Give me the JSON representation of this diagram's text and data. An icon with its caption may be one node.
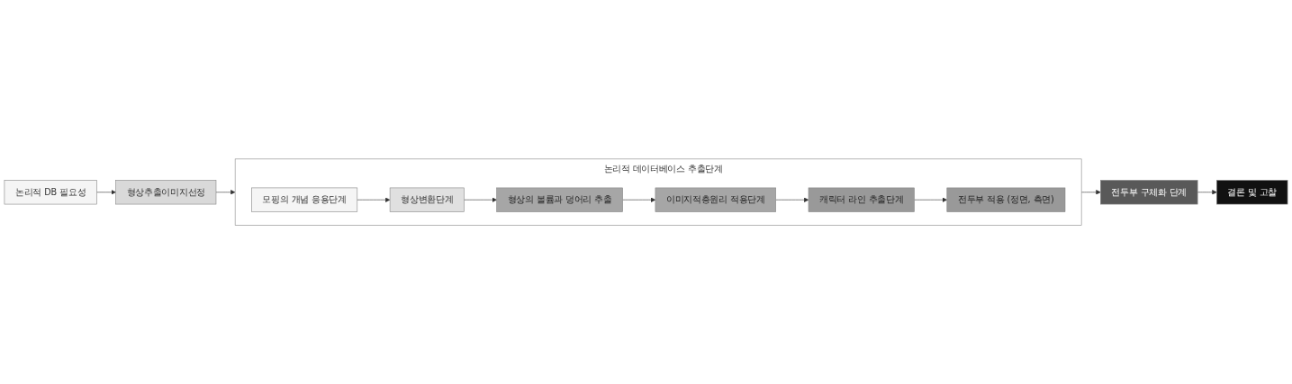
{
  "diagram": {
    "nodes": [
      {
        "text": [
          "논리적 DB 필요성"
        ]
      },
      {
        "text": [
          "형상추출이미지선정"
        ]
      },
      {
        "text": [
          "논리적 데이터베이스 추출단계"
        ]
      },
      {
        "text": [
          "모핑의 개념 응용단계"
        ],
        "in": 2
      },
      {
        "text": [
          "형상변환단계"
        ],
        "in": 2
      },
      {
        "text": [
          "형상의 볼륨과 덩어리 추출"
        ],
        "in": 2
      },
      {
        "text": [
          "이미지적층원리 적용단계"
        ],
        "in": 2
      },
      {
        "text": [
          "캐릭터 라인 추출단계"
        ],
        "in": 2
      },
      {
        "text": [
          "전두부 적용 (정면, 측면)"
        ],
        "in": 2
      },
      {
        "text": [
          "전두부 구체화 단계"
        ]
      },
      {
        "text": [
          "결론 및 고찰"
        ]
      }
    ],
    "edges": [
      {
        "from": 0,
        "to": 1,
        "arrow": "to"
      },
      {
        "from": 1,
        "to": 2,
        "arrow": "to"
      },
      {
        "from": 3,
        "to": 4,
        "arrow": "to"
      },
      {
        "from": 4,
        "to": 5,
        "arrow": "to"
      },
      {
        "from": 5,
        "to": 6,
        "arrow": "to"
      },
      {
        "from": 6,
        "to": 7,
        "arrow": "to"
      },
      {
        "from": 7,
        "to": 8,
        "arrow": "to"
      },
      {
        "from": 2,
        "to": 9,
        "arrow": "to"
      },
      {
        "from": 9,
        "to": 10,
        "arrow": "to"
      }
    ]
  }
}
